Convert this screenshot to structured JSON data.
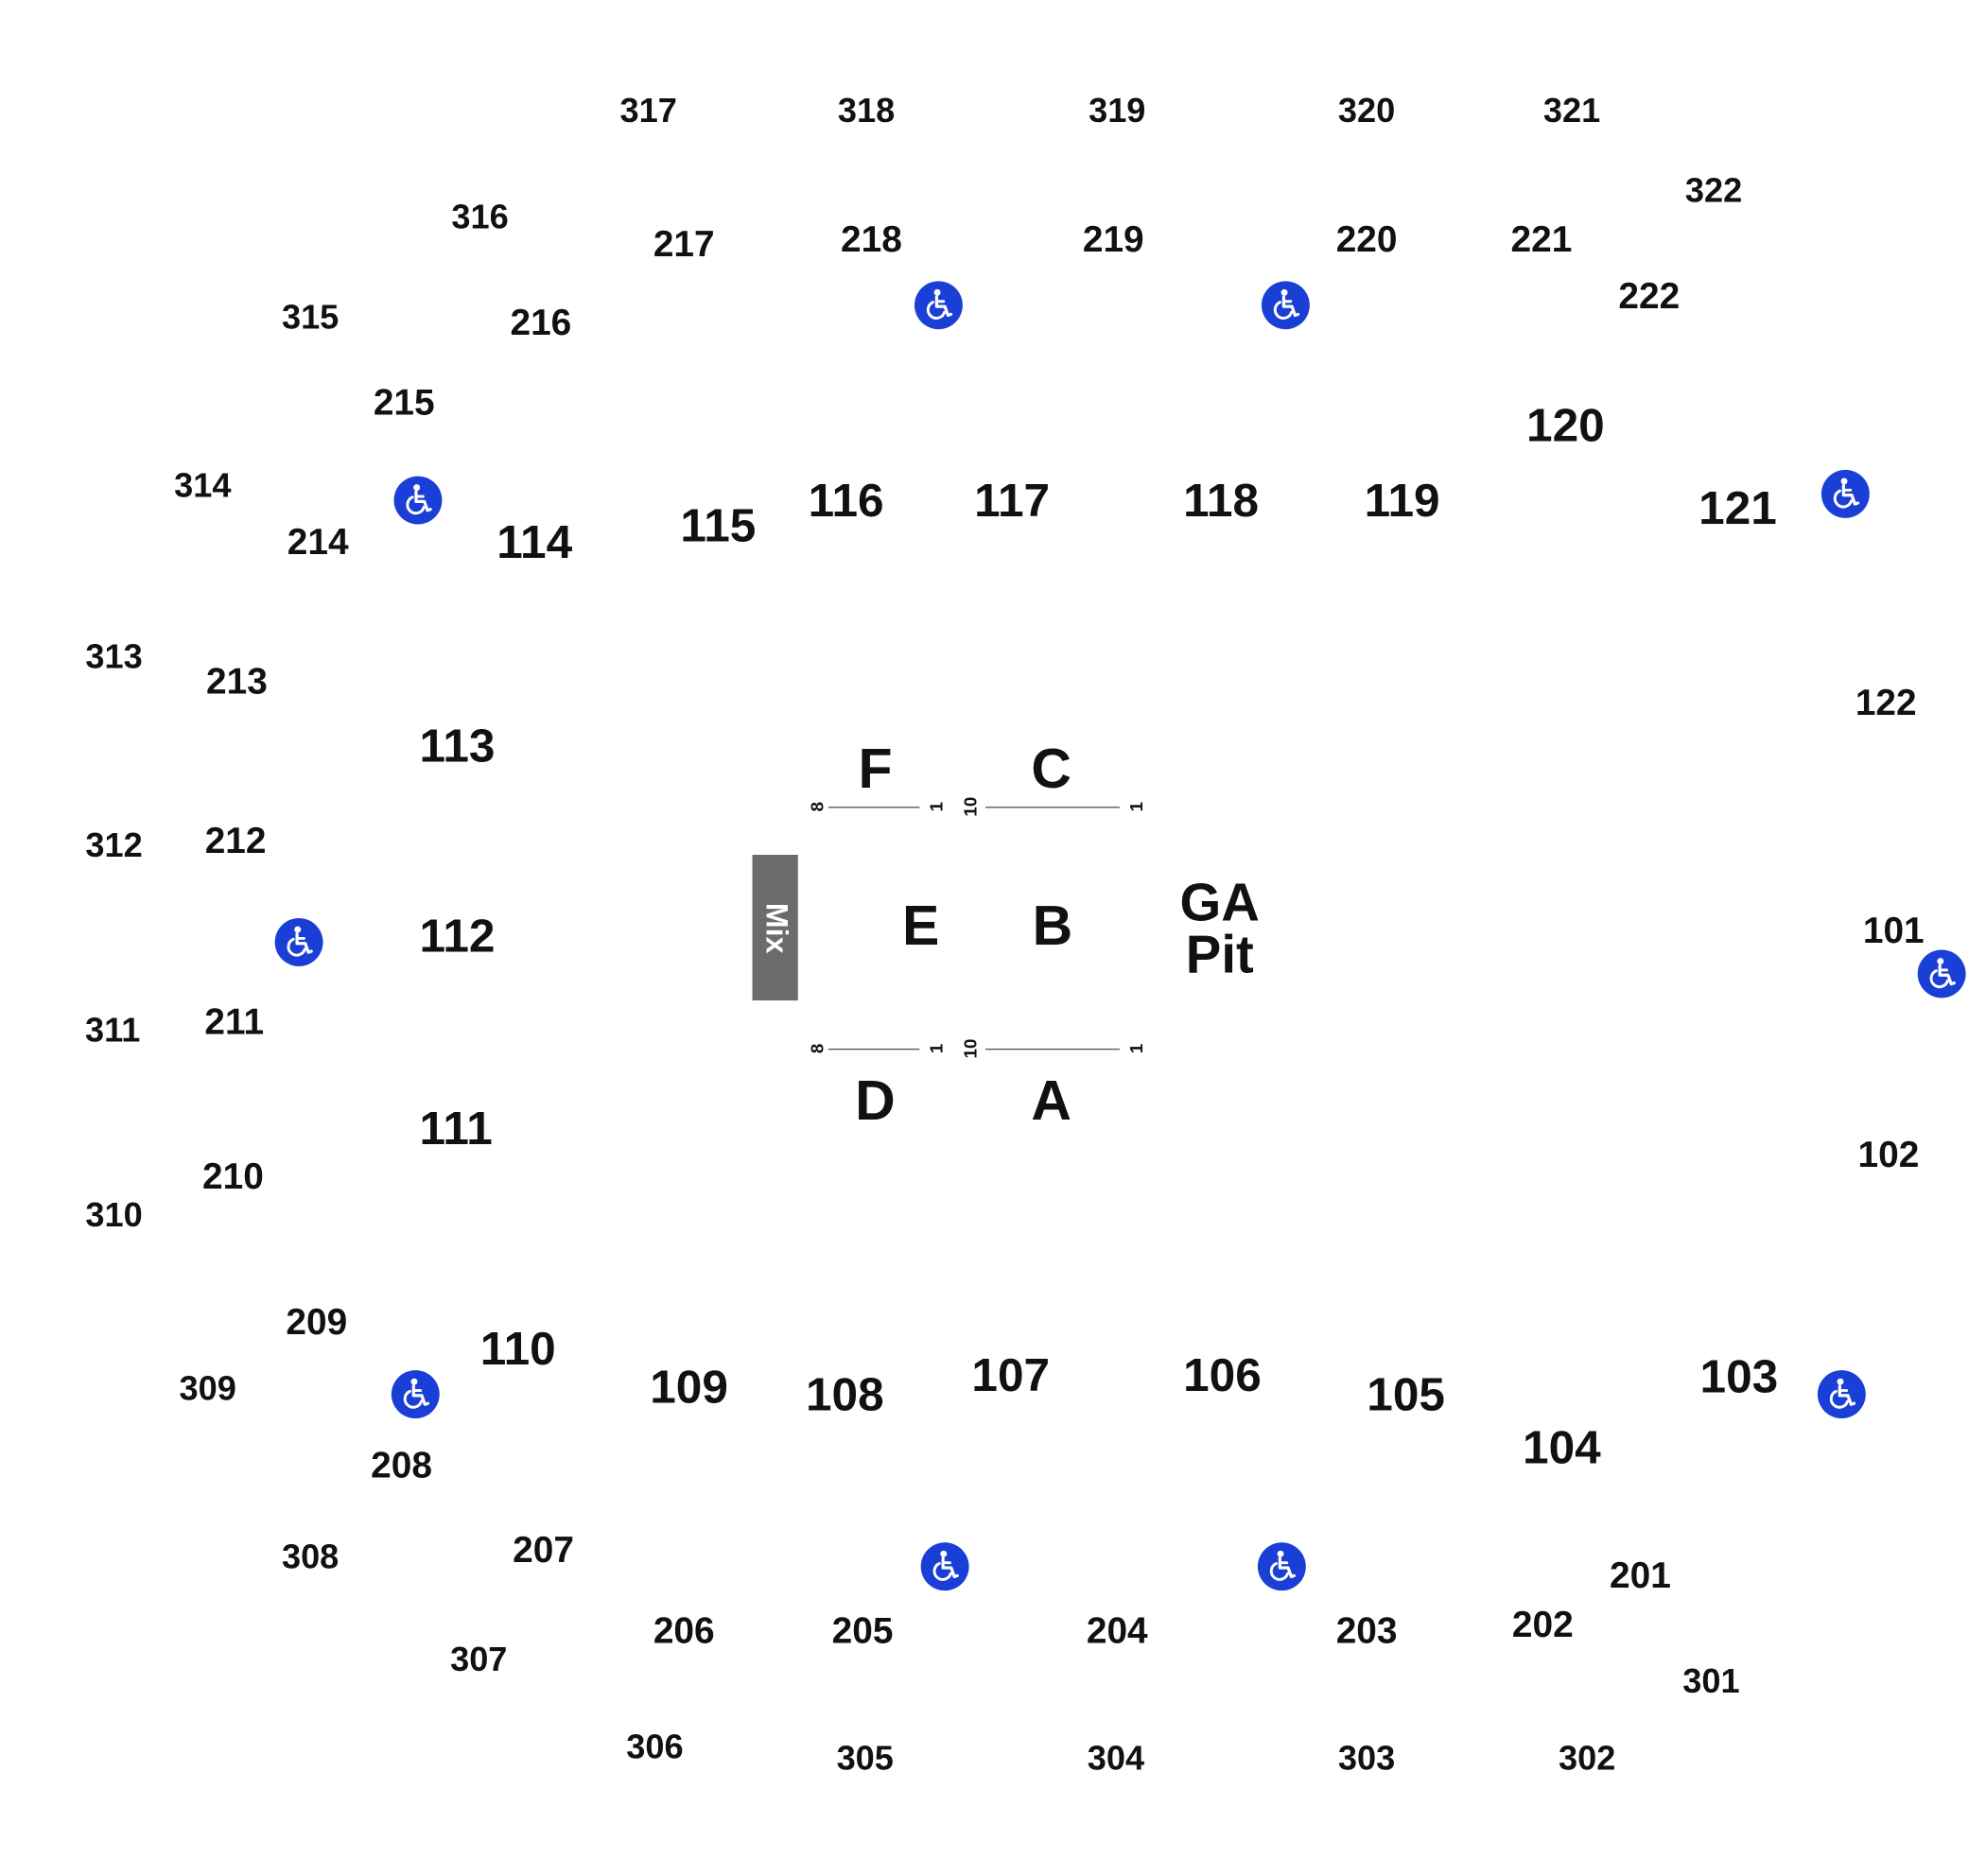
{
  "map": {
    "accent_color": "#1a3fd6",
    "accessibility_icon": "wheelchair-icon",
    "stage_mix_label": "Mix",
    "ga_pit_line1": "GA",
    "ga_pit_line2": "Pit",
    "floor_sections": [
      "A",
      "B",
      "C",
      "D",
      "E",
      "F"
    ],
    "row_markers": {
      "f_start": "8",
      "f_end": "1",
      "c_start": "10",
      "c_end": "1",
      "d_start": "8",
      "d_end": "1",
      "a_start": "10",
      "a_end": "1"
    },
    "sections_300": [
      "301",
      "302",
      "303",
      "304",
      "305",
      "306",
      "307",
      "308",
      "309",
      "310",
      "311",
      "312",
      "313",
      "314",
      "315",
      "316",
      "317",
      "318",
      "319",
      "320",
      "321",
      "322"
    ],
    "sections_200": [
      "201",
      "202",
      "203",
      "204",
      "205",
      "206",
      "207",
      "208",
      "209",
      "210",
      "211",
      "212",
      "213",
      "214",
      "215",
      "216",
      "217",
      "218",
      "219",
      "220",
      "221",
      "222"
    ],
    "sections_100": [
      "101",
      "102",
      "103",
      "104",
      "105",
      "106",
      "107",
      "108",
      "109",
      "110",
      "111",
      "112",
      "113",
      "114",
      "115",
      "116",
      "117",
      "118",
      "119",
      "120",
      "121",
      "122"
    ]
  }
}
